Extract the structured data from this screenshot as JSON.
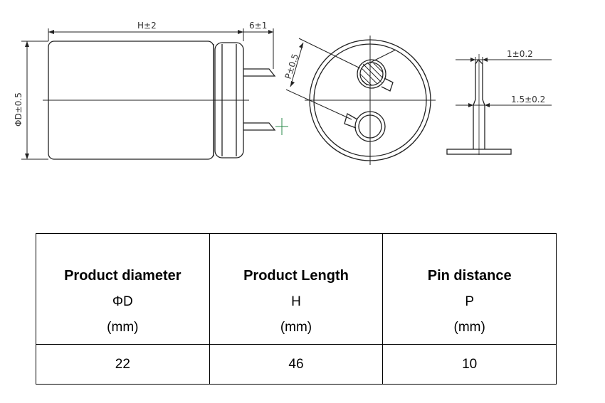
{
  "drawing": {
    "side_view": {
      "length_label": "H±2",
      "pin_length_label": "6±1",
      "diameter_label": "ΦD±0.5"
    },
    "end_view": {
      "pitch_label": "P±0.5"
    },
    "pin_view": {
      "pin_width_label": "1±0.2",
      "pin_shoulder_label": "1.5±0.2"
    }
  },
  "table": {
    "columns": [
      {
        "title": "Product diameter",
        "symbol": "ΦD",
        "unit": "(mm)"
      },
      {
        "title": "Product Length",
        "symbol": "H",
        "unit": "(mm)"
      },
      {
        "title": "Pin distance",
        "symbol": "P",
        "unit": "(mm)"
      }
    ],
    "values": [
      "22",
      "46",
      "10"
    ]
  }
}
